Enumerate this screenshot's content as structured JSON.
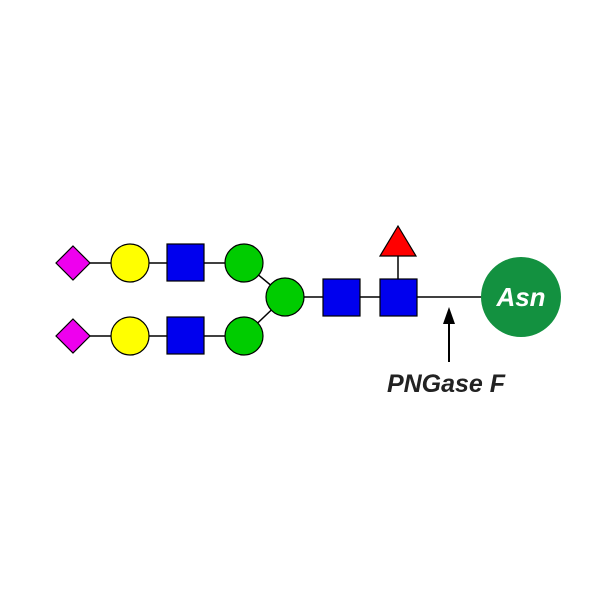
{
  "diagram": {
    "residue_label": "Asn",
    "enzyme_label": "PNGase F"
  },
  "colors": {
    "sialic_acid": "#ee00ee",
    "galactose": "#ffff00",
    "glcnac": "#0000ee",
    "mannose": "#00cc00",
    "fucose": "#ff0000",
    "asparagine": "#139140",
    "link": "#000000",
    "enzyme_text": "#222222",
    "asn_text": "#ffffff"
  },
  "legend_icons": {
    "diamond": "sialic-acid-diamond",
    "yellow_circle": "galactose-circle",
    "blue_square": "glcnac-square",
    "green_circle": "mannose-circle",
    "red_triangle": "fucose-triangle",
    "arrow": "cleavage-arrow"
  }
}
